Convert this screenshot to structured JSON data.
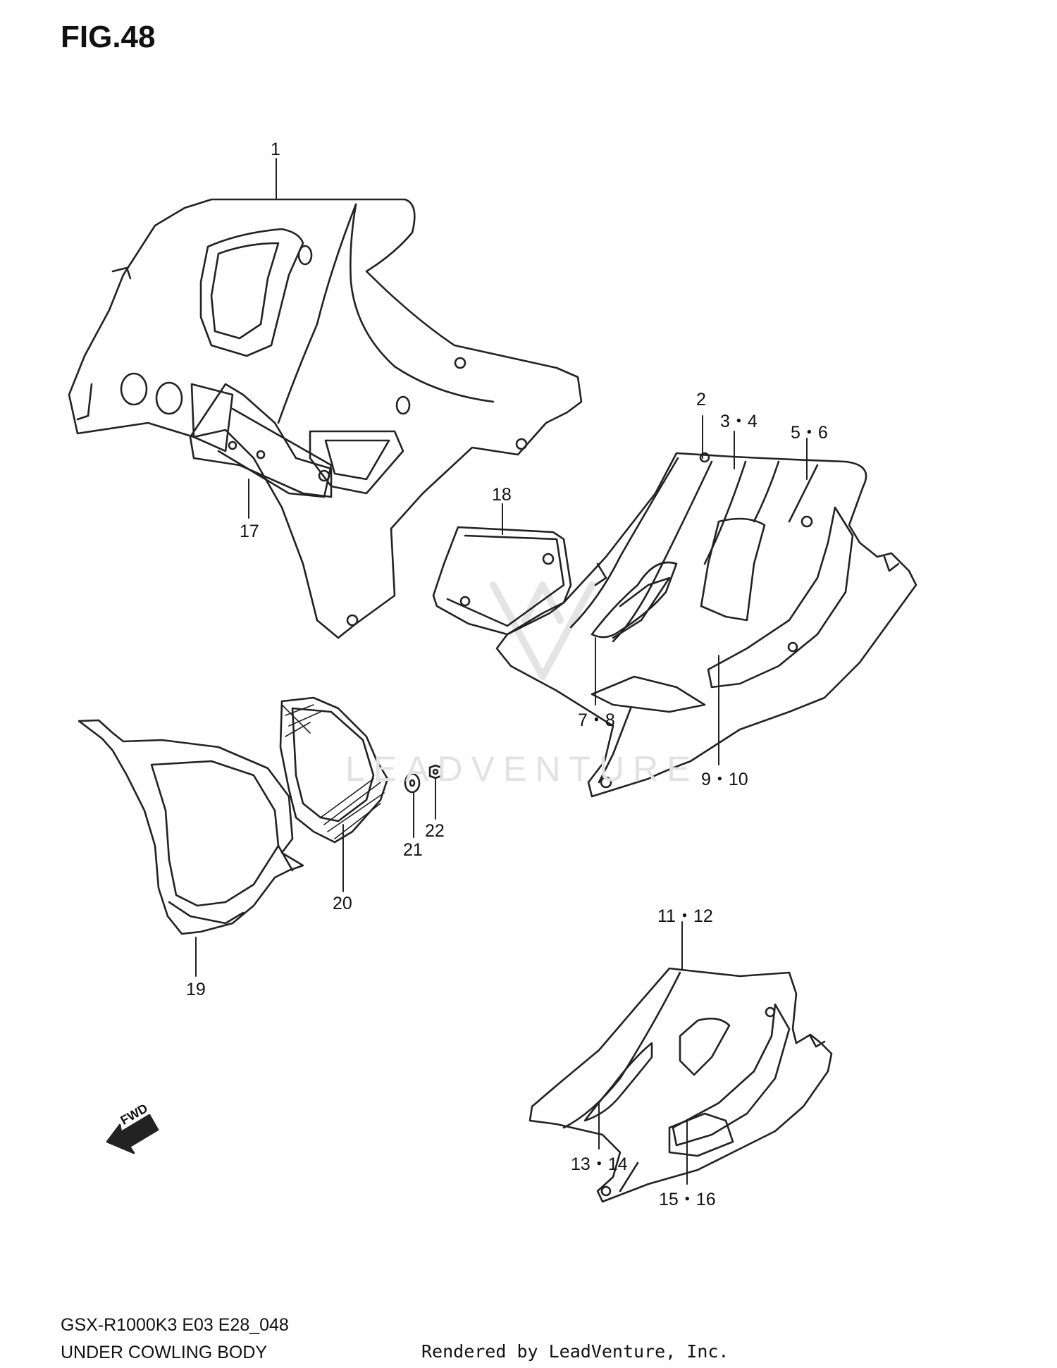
{
  "figure": {
    "title": "FIG.48",
    "model_code": "GSX-R1000K3 E03 E28_048",
    "section_name": "UNDER COWLING BODY",
    "rendered_by": "Rendered by LeadVenture, Inc.",
    "watermark": "LEADVENTURE",
    "direction_label": "FWD"
  },
  "callouts": [
    {
      "id": "1",
      "label": "1"
    },
    {
      "id": "2",
      "label": "2"
    },
    {
      "id": "3-4",
      "label": "3・4"
    },
    {
      "id": "5-6",
      "label": "5・6"
    },
    {
      "id": "7-8",
      "label": "7・8"
    },
    {
      "id": "9-10",
      "label": "9・10"
    },
    {
      "id": "11-12",
      "label": "11・12"
    },
    {
      "id": "13-14",
      "label": "13・14"
    },
    {
      "id": "15-16",
      "label": "15・16"
    },
    {
      "id": "17",
      "label": "17"
    },
    {
      "id": "18",
      "label": "18"
    },
    {
      "id": "19",
      "label": "19"
    },
    {
      "id": "20",
      "label": "20"
    },
    {
      "id": "21",
      "label": "21"
    },
    {
      "id": "22",
      "label": "22"
    }
  ]
}
